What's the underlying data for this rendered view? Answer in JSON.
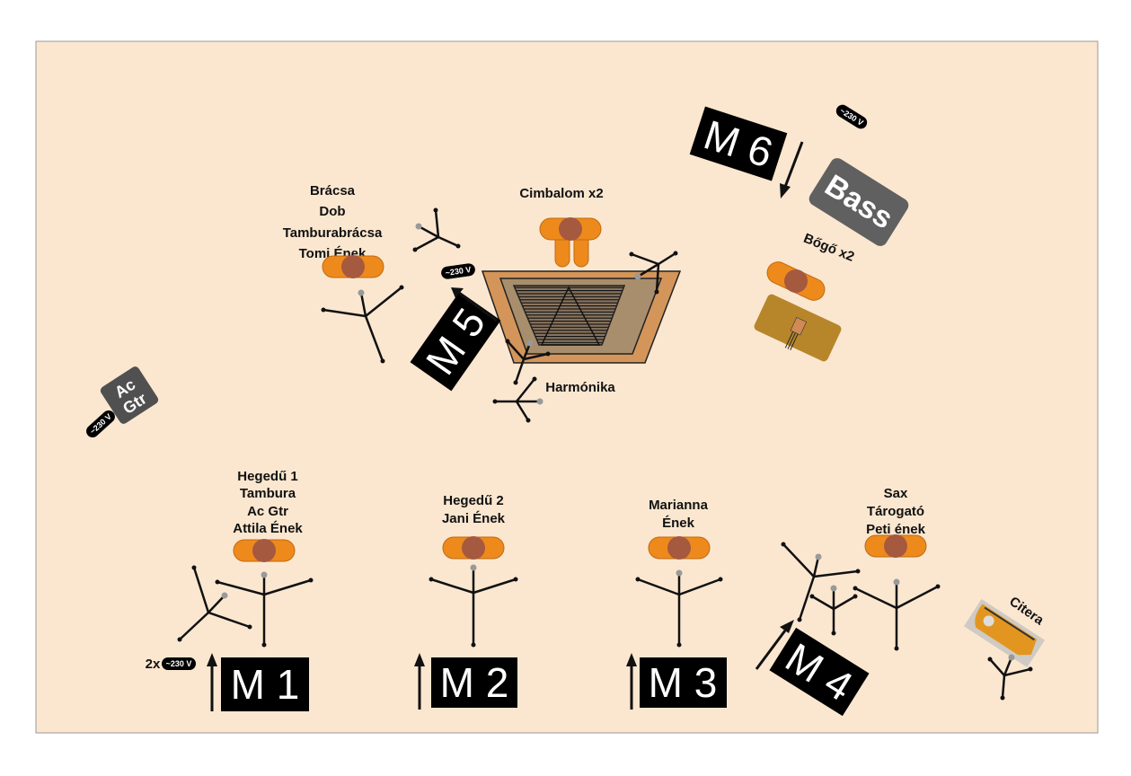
{
  "title": "Stage plot",
  "colors": {
    "stage": "#fbe7d0",
    "musician": "#ee8a1c",
    "head": "#a5593f",
    "amp": "#606060",
    "label_bg": "#000000"
  },
  "performers": {
    "bracsa": [
      "Brácsa",
      "Dob",
      "Tamburabrácsa",
      "Tomi Ének"
    ],
    "cimbalom": "Cimbalom x2",
    "harmonika": "Harmónika",
    "bogo": "Bőgő x2",
    "hegedu1": [
      "Hegedű 1",
      "Tambura",
      "Ac Gtr",
      "Attila Ének"
    ],
    "hegedu2": [
      "Hegedű 2",
      "Jani Ének"
    ],
    "marianna": [
      "Marianna",
      "Ének"
    ],
    "sax": [
      "Sax",
      "Tárogató",
      "Peti ének"
    ],
    "citera": "Citera"
  },
  "monitors": [
    "M 1",
    "M 2",
    "M 3",
    "M 4",
    "M 5",
    "M 6"
  ],
  "amps": {
    "bass": "Bass",
    "acgtr": [
      "Ac",
      "Gtr"
    ]
  },
  "power": {
    "label": "~230 V",
    "multiplier": "2x"
  }
}
